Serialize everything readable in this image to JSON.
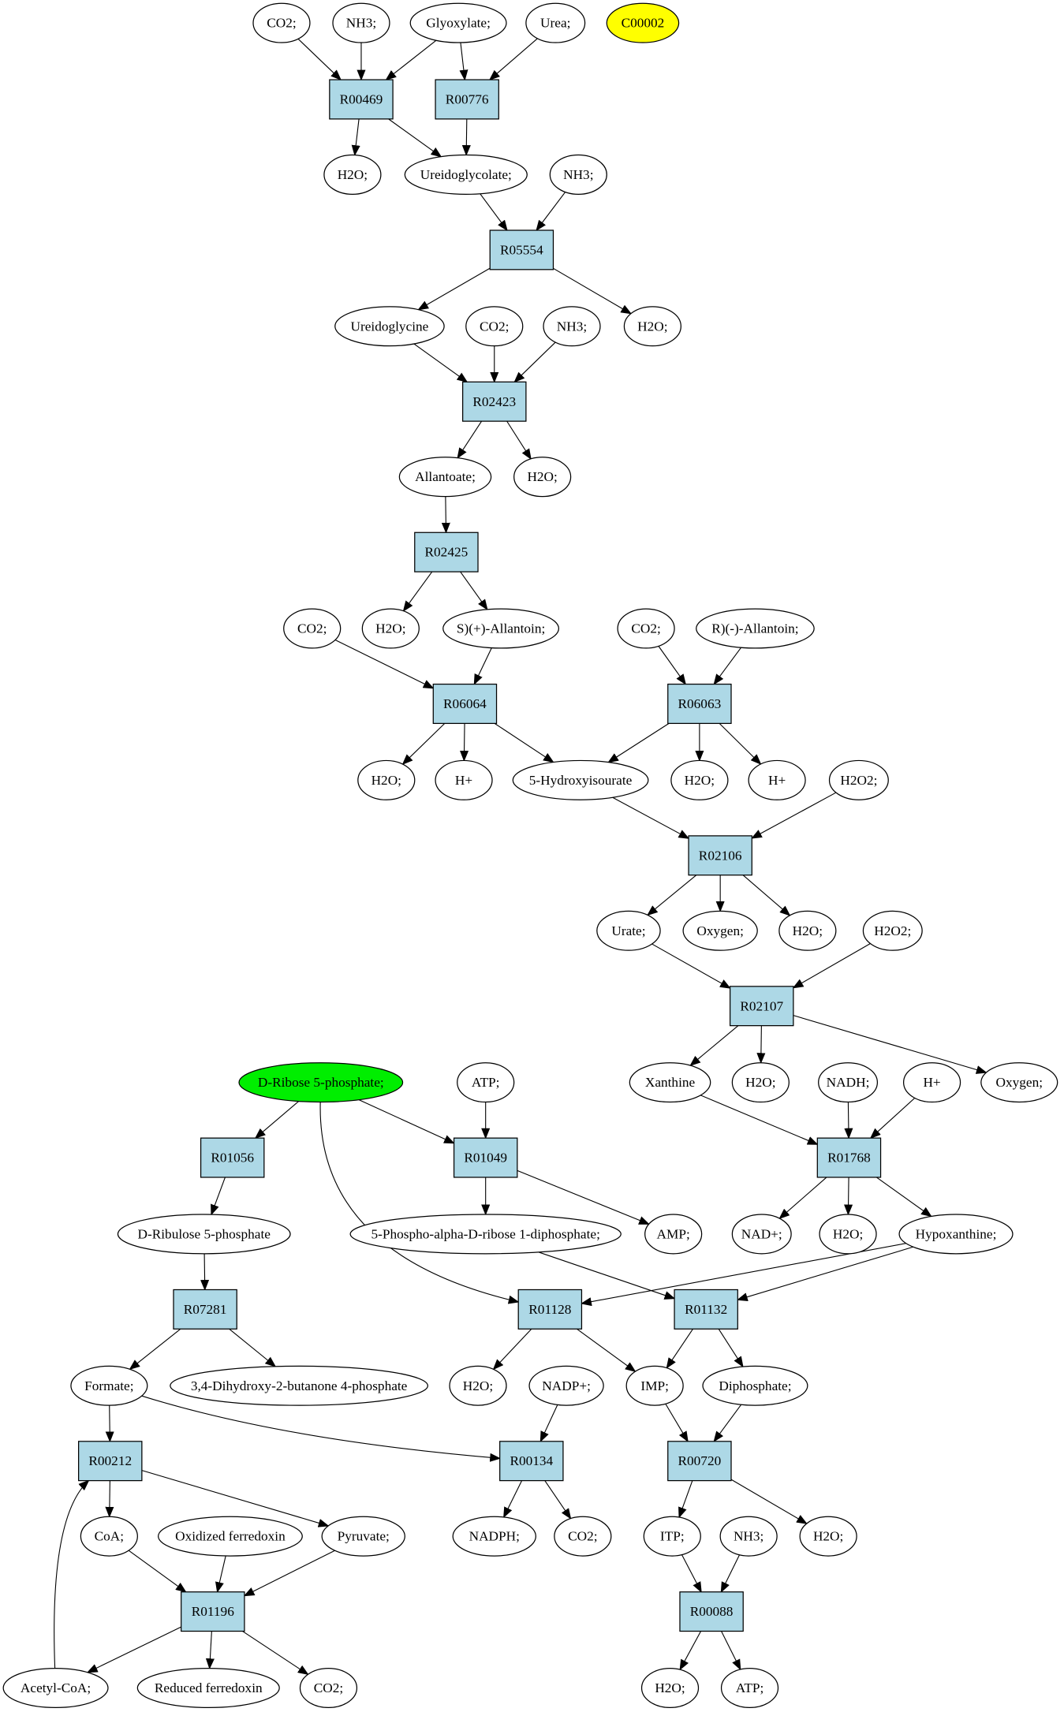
{
  "colors": {
    "reaction_fill": "#add8e6",
    "compound_fill": "#ffffff",
    "highlight_yellow": "#ffff00",
    "highlight_green": "#00ee00"
  },
  "nodes": [
    {
      "id": "co2_1",
      "label": "CO2;",
      "type": "compound"
    },
    {
      "id": "nh3_1",
      "label": "NH3;",
      "type": "compound"
    },
    {
      "id": "glyox",
      "label": "Glyoxylate;",
      "type": "compound"
    },
    {
      "id": "urea",
      "label": "Urea;",
      "type": "compound"
    },
    {
      "id": "c00002",
      "label": "C00002",
      "type": "compound",
      "fill": "#ffff00"
    },
    {
      "id": "R00469",
      "label": "R00469",
      "type": "reaction"
    },
    {
      "id": "R00776",
      "label": "R00776",
      "type": "reaction"
    },
    {
      "id": "h2o_1",
      "label": "H2O;",
      "type": "compound"
    },
    {
      "id": "ureidoglycolate",
      "label": "Ureidoglycolate;",
      "type": "compound"
    },
    {
      "id": "nh3_2",
      "label": "NH3;",
      "type": "compound"
    },
    {
      "id": "R05554",
      "label": "R05554",
      "type": "reaction"
    },
    {
      "id": "ureidoglycine",
      "label": "Ureidoglycine",
      "type": "compound"
    },
    {
      "id": "co2_2",
      "label": "CO2;",
      "type": "compound"
    },
    {
      "id": "nh3_3",
      "label": "NH3;",
      "type": "compound"
    },
    {
      "id": "h2o_2",
      "label": "H2O;",
      "type": "compound"
    },
    {
      "id": "R02423",
      "label": "R02423",
      "type": "reaction"
    },
    {
      "id": "allantoate",
      "label": "Allantoate;",
      "type": "compound"
    },
    {
      "id": "h2o_3",
      "label": "H2O;",
      "type": "compound"
    },
    {
      "id": "R02425",
      "label": "R02425",
      "type": "reaction"
    },
    {
      "id": "co2_3",
      "label": "CO2;",
      "type": "compound"
    },
    {
      "id": "h2o_4",
      "label": "H2O;",
      "type": "compound"
    },
    {
      "id": "s_allantoin",
      "label": "S)(+)-Allantoin;",
      "type": "compound"
    },
    {
      "id": "co2_4",
      "label": "CO2;",
      "type": "compound"
    },
    {
      "id": "r_allantoin",
      "label": "R)(-)-Allantoin;",
      "type": "compound"
    },
    {
      "id": "R06064",
      "label": "R06064",
      "type": "reaction"
    },
    {
      "id": "R06063",
      "label": "R06063",
      "type": "reaction"
    },
    {
      "id": "h2o_5",
      "label": "H2O;",
      "type": "compound"
    },
    {
      "id": "hplus_1",
      "label": "H+",
      "type": "compound"
    },
    {
      "id": "hiu",
      "label": "5-Hydroxyisourate",
      "type": "compound"
    },
    {
      "id": "h2o_6",
      "label": "H2O;",
      "type": "compound"
    },
    {
      "id": "hplus_2",
      "label": "H+",
      "type": "compound"
    },
    {
      "id": "h2o2_1",
      "label": "H2O2;",
      "type": "compound"
    },
    {
      "id": "R02106",
      "label": "R02106",
      "type": "reaction"
    },
    {
      "id": "urate",
      "label": "Urate;",
      "type": "compound"
    },
    {
      "id": "oxygen_1",
      "label": "Oxygen;",
      "type": "compound"
    },
    {
      "id": "h2o_7",
      "label": "H2O;",
      "type": "compound"
    },
    {
      "id": "h2o2_2",
      "label": "H2O2;",
      "type": "compound"
    },
    {
      "id": "R02107",
      "label": "R02107",
      "type": "reaction"
    },
    {
      "id": "dribose",
      "label": "D-Ribose 5-phosphate;",
      "type": "compound",
      "fill": "#00ee00"
    },
    {
      "id": "atp_1",
      "label": "ATP;",
      "type": "compound"
    },
    {
      "id": "xanthine",
      "label": "Xanthine",
      "type": "compound"
    },
    {
      "id": "h2o_8",
      "label": "H2O;",
      "type": "compound"
    },
    {
      "id": "nadh",
      "label": "NADH;",
      "type": "compound"
    },
    {
      "id": "hplus_3",
      "label": "H+",
      "type": "compound"
    },
    {
      "id": "oxygen_2",
      "label": "Oxygen;",
      "type": "compound"
    },
    {
      "id": "R01056",
      "label": "R01056",
      "type": "reaction"
    },
    {
      "id": "R01049",
      "label": "R01049",
      "type": "reaction"
    },
    {
      "id": "R01768",
      "label": "R01768",
      "type": "reaction"
    },
    {
      "id": "dribulose",
      "label": "D-Ribulose 5-phosphate",
      "type": "compound"
    },
    {
      "id": "prpp",
      "label": "5-Phospho-alpha-D-ribose 1-diphosphate;",
      "type": "compound"
    },
    {
      "id": "amp",
      "label": "AMP;",
      "type": "compound"
    },
    {
      "id": "nadplus",
      "label": "NAD+;",
      "type": "compound"
    },
    {
      "id": "h2o_9",
      "label": "H2O;",
      "type": "compound"
    },
    {
      "id": "hypoxanthine",
      "label": "Hypoxanthine;",
      "type": "compound"
    },
    {
      "id": "R07281",
      "label": "R07281",
      "type": "reaction"
    },
    {
      "id": "R01128",
      "label": "R01128",
      "type": "reaction"
    },
    {
      "id": "R01132",
      "label": "R01132",
      "type": "reaction"
    },
    {
      "id": "formate",
      "label": "Formate;",
      "type": "compound"
    },
    {
      "id": "dhbp",
      "label": "3,4-Dihydroxy-2-butanone 4-phosphate",
      "type": "compound"
    },
    {
      "id": "h2o_10",
      "label": "H2O;",
      "type": "compound"
    },
    {
      "id": "nadpplus",
      "label": "NADP+;",
      "type": "compound"
    },
    {
      "id": "imp",
      "label": "IMP;",
      "type": "compound"
    },
    {
      "id": "diphosphate",
      "label": "Diphosphate;",
      "type": "compound"
    },
    {
      "id": "R00212",
      "label": "R00212",
      "type": "reaction"
    },
    {
      "id": "R00134",
      "label": "R00134",
      "type": "reaction"
    },
    {
      "id": "R00720",
      "label": "R00720",
      "type": "reaction"
    },
    {
      "id": "coa",
      "label": "CoA;",
      "type": "compound"
    },
    {
      "id": "oxfd",
      "label": "Oxidized ferredoxin",
      "type": "compound"
    },
    {
      "id": "pyruvate",
      "label": "Pyruvate;",
      "type": "compound"
    },
    {
      "id": "nadph",
      "label": "NADPH;",
      "type": "compound"
    },
    {
      "id": "co2_5",
      "label": "CO2;",
      "type": "compound"
    },
    {
      "id": "itp",
      "label": "ITP;",
      "type": "compound"
    },
    {
      "id": "nh3_4",
      "label": "NH3;",
      "type": "compound"
    },
    {
      "id": "h2o_11",
      "label": "H2O;",
      "type": "compound"
    },
    {
      "id": "R01196",
      "label": "R01196",
      "type": "reaction"
    },
    {
      "id": "R00088",
      "label": "R00088",
      "type": "reaction"
    },
    {
      "id": "acetylcoa",
      "label": "Acetyl-CoA;",
      "type": "compound"
    },
    {
      "id": "redfd",
      "label": "Reduced ferredoxin",
      "type": "compound"
    },
    {
      "id": "co2_6",
      "label": "CO2;",
      "type": "compound"
    },
    {
      "id": "h2o_12",
      "label": "H2O;",
      "type": "compound"
    },
    {
      "id": "atp_2",
      "label": "ATP;",
      "type": "compound"
    }
  ],
  "edges": [
    [
      "co2_1",
      "R00469"
    ],
    [
      "nh3_1",
      "R00469"
    ],
    [
      "glyox",
      "R00469"
    ],
    [
      "glyox",
      "R00776"
    ],
    [
      "urea",
      "R00776"
    ],
    [
      "R00469",
      "h2o_1"
    ],
    [
      "R00469",
      "ureidoglycolate"
    ],
    [
      "R00776",
      "ureidoglycolate"
    ],
    [
      "ureidoglycolate",
      "R05554"
    ],
    [
      "nh3_2",
      "R05554"
    ],
    [
      "R05554",
      "ureidoglycine"
    ],
    [
      "R05554",
      "h2o_2"
    ],
    [
      "ureidoglycine",
      "R02423"
    ],
    [
      "co2_2",
      "R02423"
    ],
    [
      "nh3_3",
      "R02423"
    ],
    [
      "R02423",
      "allantoate"
    ],
    [
      "R02423",
      "h2o_3"
    ],
    [
      "allantoate",
      "R02425"
    ],
    [
      "R02425",
      "h2o_4"
    ],
    [
      "R02425",
      "s_allantoin"
    ],
    [
      "co2_3",
      "R06064"
    ],
    [
      "s_allantoin",
      "R06064"
    ],
    [
      "co2_4",
      "R06063"
    ],
    [
      "r_allantoin",
      "R06063"
    ],
    [
      "R06064",
      "h2o_5"
    ],
    [
      "R06064",
      "hplus_1"
    ],
    [
      "R06064",
      "hiu"
    ],
    [
      "R06063",
      "hiu"
    ],
    [
      "R06063",
      "h2o_6"
    ],
    [
      "R06063",
      "hplus_2"
    ],
    [
      "hiu",
      "R02106"
    ],
    [
      "h2o2_1",
      "R02106"
    ],
    [
      "R02106",
      "urate"
    ],
    [
      "R02106",
      "oxygen_1"
    ],
    [
      "R02106",
      "h2o_7"
    ],
    [
      "urate",
      "R02107"
    ],
    [
      "h2o2_2",
      "R02107"
    ],
    [
      "R02107",
      "xanthine"
    ],
    [
      "R02107",
      "h2o_8"
    ],
    [
      "R02107",
      "oxygen_2"
    ],
    [
      "xanthine",
      "R01768"
    ],
    [
      "nadh",
      "R01768"
    ],
    [
      "hplus_3",
      "R01768"
    ],
    [
      "R01768",
      "nadplus"
    ],
    [
      "R01768",
      "h2o_9"
    ],
    [
      "R01768",
      "hypoxanthine"
    ],
    [
      "dribose",
      "R01056"
    ],
    [
      "dribose",
      "R01049"
    ],
    [
      "dribose",
      "R01128"
    ],
    [
      "atp_1",
      "R01049"
    ],
    [
      "R01049",
      "prpp"
    ],
    [
      "R01049",
      "amp"
    ],
    [
      "R01056",
      "dribulose"
    ],
    [
      "dribulose",
      "R07281"
    ],
    [
      "prpp",
      "R01132"
    ],
    [
      "hypoxanthine",
      "R01128"
    ],
    [
      "hypoxanthine",
      "R01132"
    ],
    [
      "R07281",
      "formate"
    ],
    [
      "R07281",
      "dhbp"
    ],
    [
      "R01128",
      "h2o_10"
    ],
    [
      "R01128",
      "imp"
    ],
    [
      "R01132",
      "imp"
    ],
    [
      "R01132",
      "diphosphate"
    ],
    [
      "formate",
      "R00212"
    ],
    [
      "formate",
      "R00134"
    ],
    [
      "nadpplus",
      "R00134"
    ],
    [
      "imp",
      "R00720"
    ],
    [
      "diphosphate",
      "R00720"
    ],
    [
      "R00212",
      "coa"
    ],
    [
      "R00212",
      "pyruvate"
    ],
    [
      "R00134",
      "nadph"
    ],
    [
      "R00134",
      "co2_5"
    ],
    [
      "R00720",
      "itp"
    ],
    [
      "R00720",
      "h2o_11"
    ],
    [
      "coa",
      "R01196"
    ],
    [
      "oxfd",
      "R01196"
    ],
    [
      "pyruvate",
      "R01196"
    ],
    [
      "itp",
      "R00088"
    ],
    [
      "nh3_4",
      "R00088"
    ],
    [
      "R01196",
      "acetylcoa"
    ],
    [
      "R01196",
      "redfd"
    ],
    [
      "R01196",
      "co2_6"
    ],
    [
      "acetylcoa",
      "R00212"
    ],
    [
      "R00088",
      "h2o_12"
    ],
    [
      "R00088",
      "atp_2"
    ]
  ]
}
